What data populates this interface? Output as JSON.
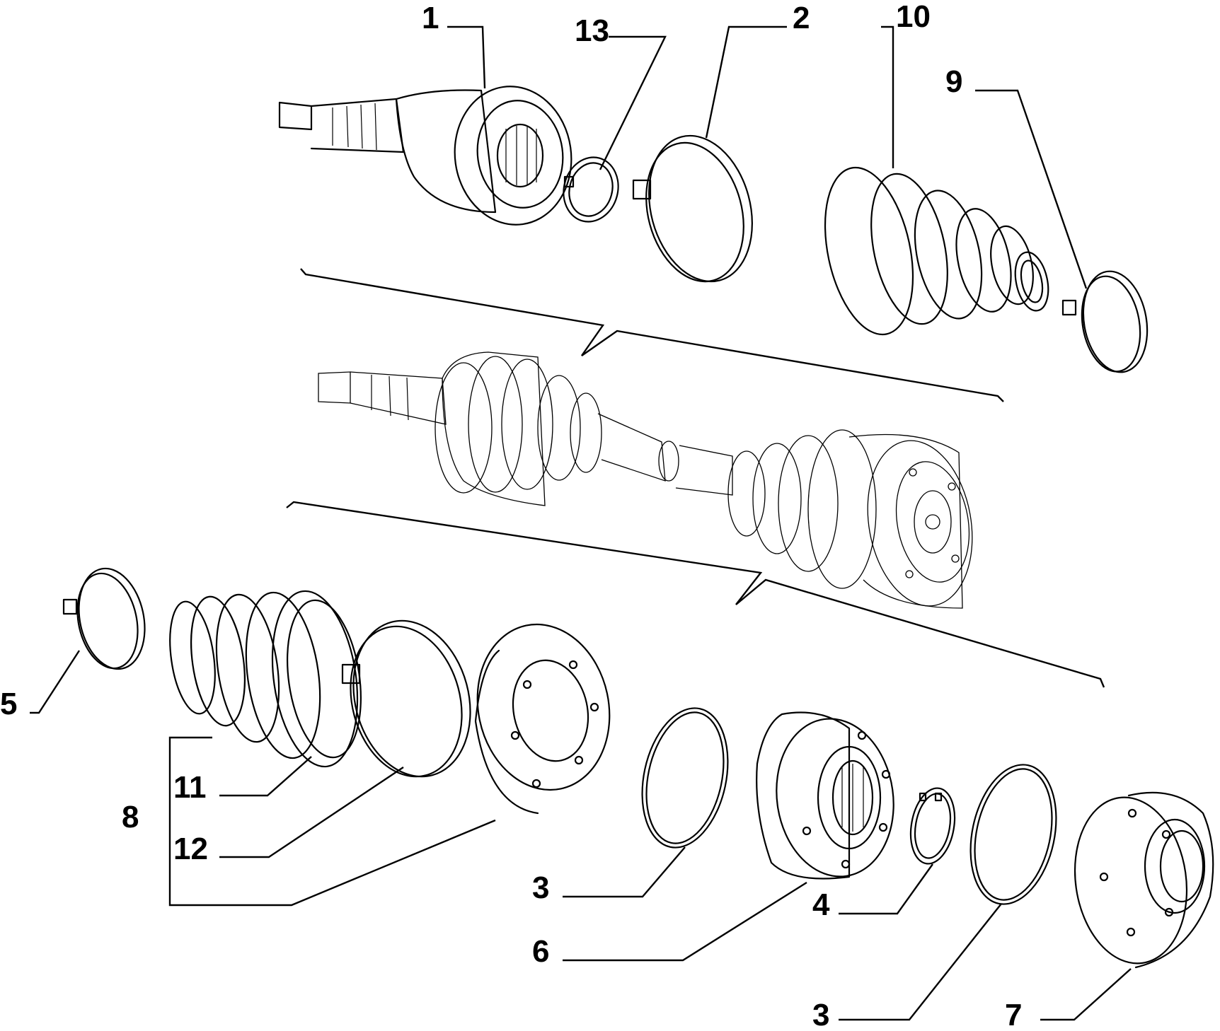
{
  "callouts": {
    "c1": "1",
    "c2": "2",
    "c3a": "3",
    "c3b": "3",
    "c4": "4",
    "c5": "5",
    "c6": "6",
    "c7": "7",
    "c8": "8",
    "c9": "9",
    "c10": "10",
    "c11": "11",
    "c12": "12",
    "c13": "13"
  },
  "colors": {
    "line": "#000000",
    "background": "#ffffff"
  }
}
